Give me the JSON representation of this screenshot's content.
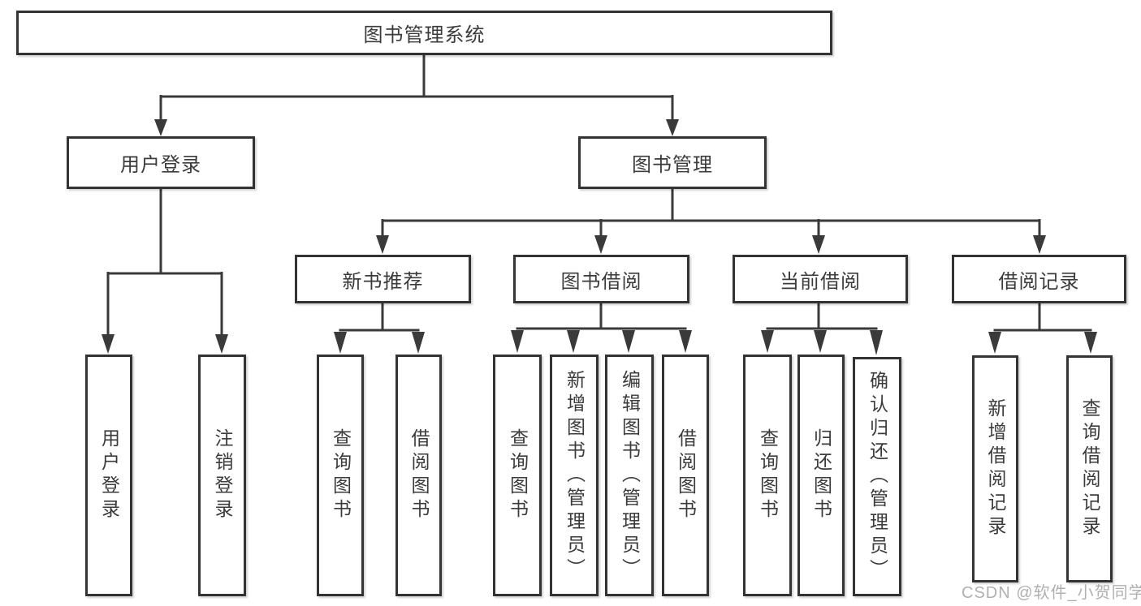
{
  "colors": {
    "line": "#3a3a3a",
    "box_border": "#333333",
    "box_fill": "#ffffff",
    "text": "#3b3b3b",
    "watermark": "#acacac"
  },
  "watermark": {
    "text": "CSDN @软件_小贺同学"
  },
  "tree": {
    "label": "图书管理系统",
    "children": [
      {
        "label": "用户登录",
        "children": [
          {
            "label": "用户登录"
          },
          {
            "label": "注销登录"
          }
        ]
      },
      {
        "label": "图书管理",
        "children": [
          {
            "label": "新书推荐",
            "children": [
              {
                "label": "查询图书"
              },
              {
                "label": "借阅图书"
              }
            ]
          },
          {
            "label": "图书借阅",
            "children": [
              {
                "label": "查询图书"
              },
              {
                "label": "新增图书（管理员）"
              },
              {
                "label": "编辑图书（管理员）"
              },
              {
                "label": "借阅图书"
              }
            ]
          },
          {
            "label": "当前借阅",
            "children": [
              {
                "label": "查询图书"
              },
              {
                "label": "归还图书"
              },
              {
                "label": "确认归还（管理员）"
              }
            ]
          },
          {
            "label": "借阅记录",
            "children": [
              {
                "label": "新增借阅记录"
              },
              {
                "label": "查询借阅记录"
              }
            ]
          }
        ]
      }
    ]
  }
}
